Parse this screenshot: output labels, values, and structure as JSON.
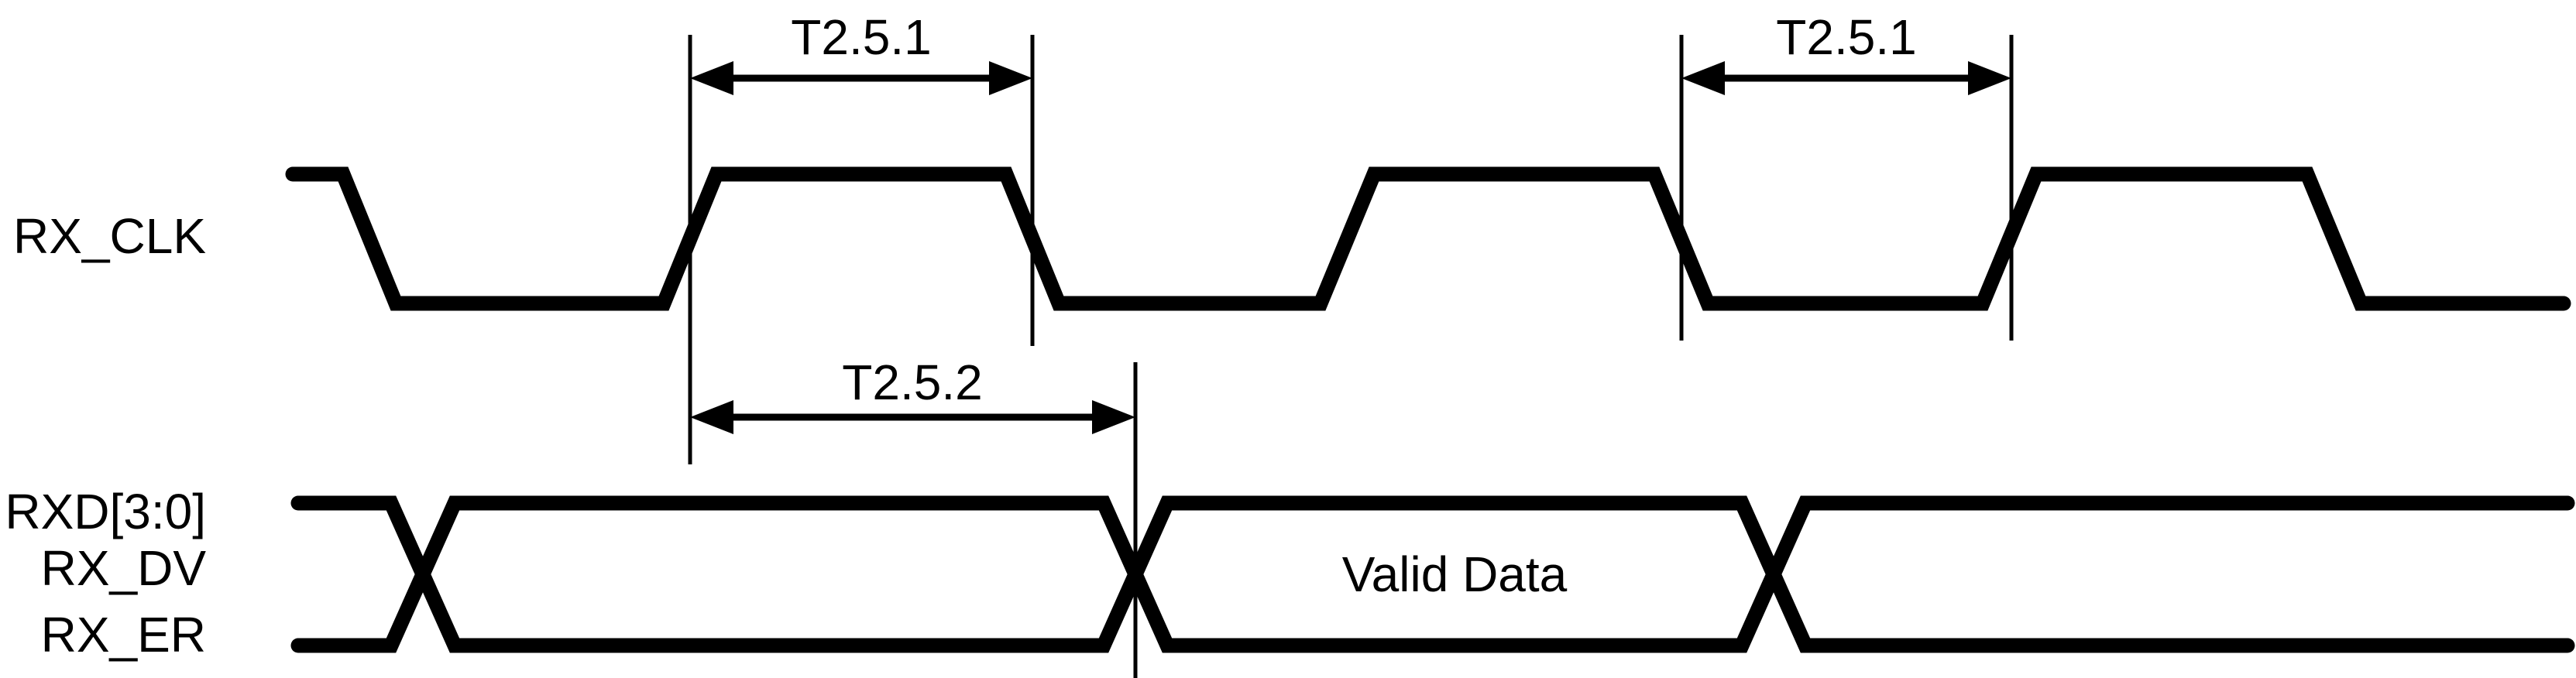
{
  "figure": {
    "kind": "timing-diagram",
    "background_color": "#ffffff",
    "ink_color": "#000000"
  },
  "signals": {
    "clock": {
      "label": "RX_CLK",
      "initial_state": "high",
      "pulse_count": 3,
      "final_state": "low"
    },
    "bus": {
      "labels": [
        "RXD[3:0]",
        "RX_DV",
        "RX_ER"
      ],
      "transition_count": 3,
      "segments": [
        "",
        "",
        "Valid Data",
        ""
      ],
      "segment_label": "Valid Data"
    }
  },
  "annotations": {
    "t251_high": {
      "label": "T2.5.1",
      "spans": "RX_CLK high time: pulse 1 mid-rising edge to pulse 1 mid-falling edge"
    },
    "t251_low": {
      "label": "T2.5.1",
      "spans": "RX_CLK low time: pulse 2 mid-falling edge to pulse 3 mid-rising edge"
    },
    "t252": {
      "label": "T2.5.2",
      "spans": "RX_CLK pulse 1 mid-rising edge to RXD[3:0]/RX_DV/RX_ER transition"
    }
  }
}
